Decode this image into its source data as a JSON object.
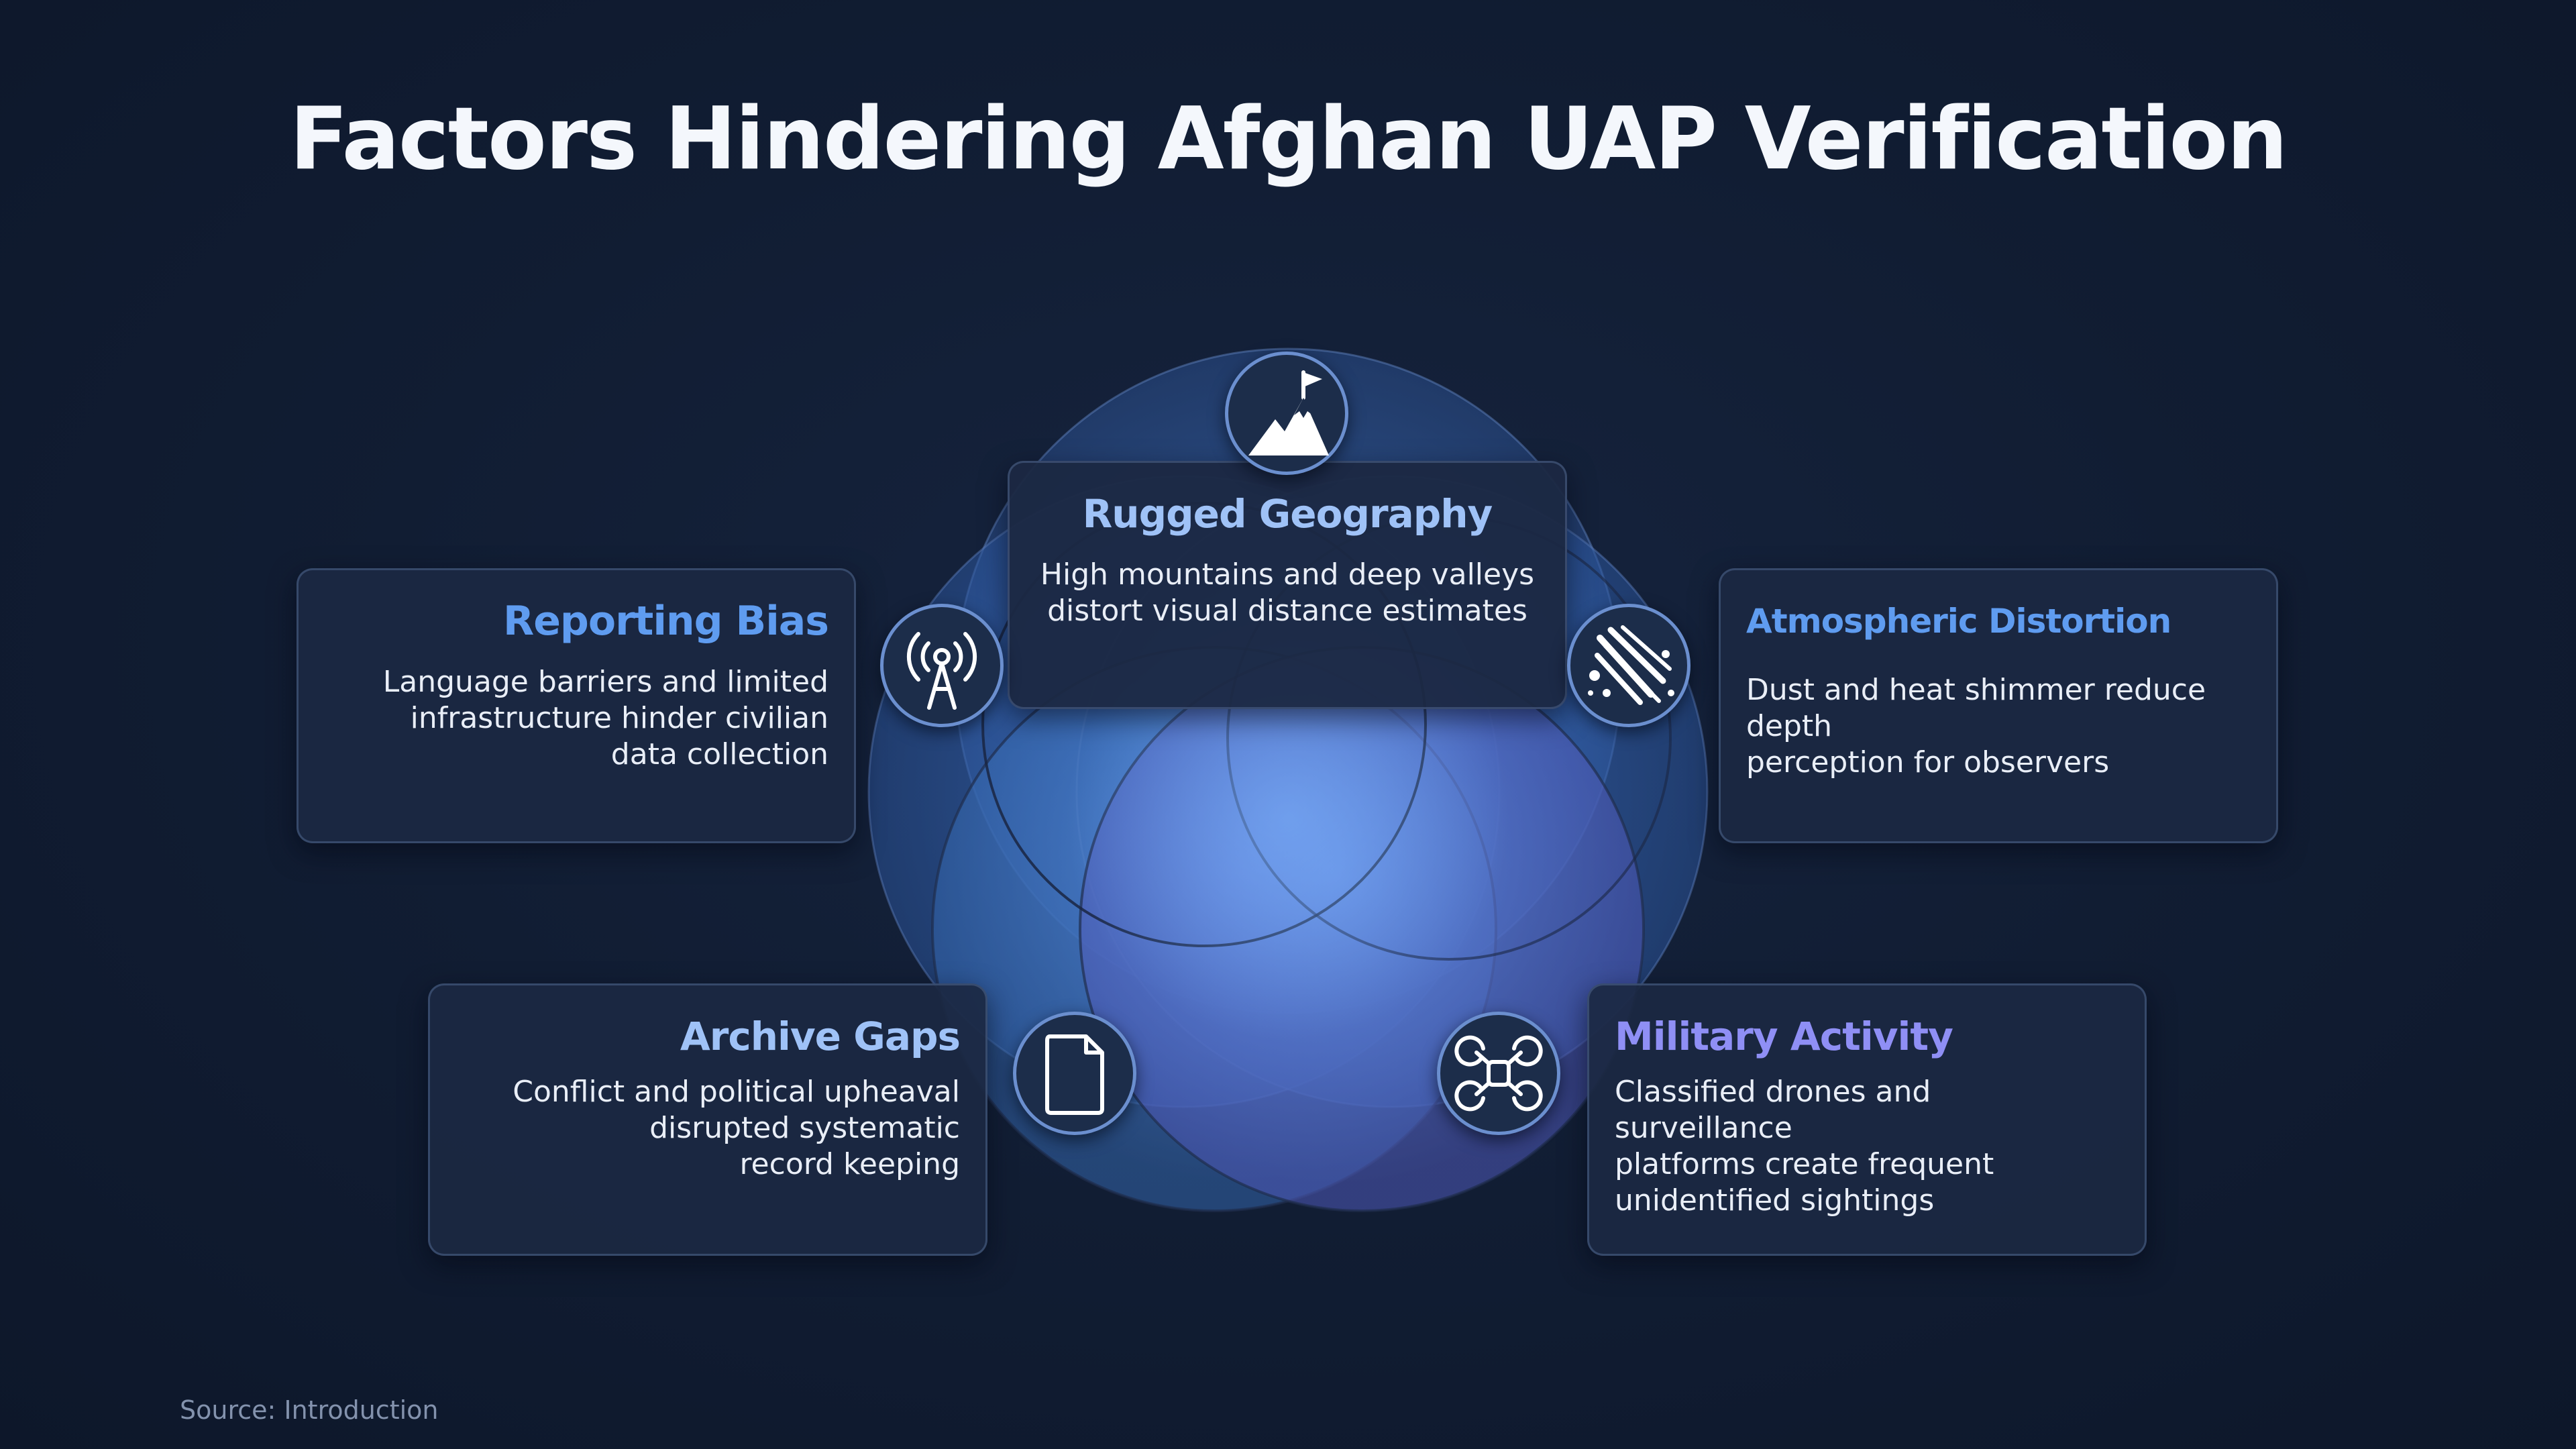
{
  "title": "Factors Hindering Afghan UAP Verification",
  "factors": {
    "geography": {
      "title": "Rugged Geography",
      "line1": "High mountains and deep valleys",
      "line2": "distort visual distance estimates",
      "icon": "mountain-flag-icon"
    },
    "reporting": {
      "title": "Reporting Bias",
      "line1": "Language barriers and limited",
      "line2": "infrastructure hinder civilian",
      "line3": "data collection",
      "icon": "radio-tower-icon"
    },
    "atmospheric": {
      "title": "Atmospheric Distortion",
      "line1": "Dust and heat shimmer reduce depth",
      "line2": "perception for observers",
      "icon": "dust-streaks-icon"
    },
    "archive": {
      "title": "Archive Gaps",
      "line1": "Conflict and political upheaval",
      "line2": "disrupted systematic",
      "line3": "record keeping",
      "icon": "document-icon"
    },
    "military": {
      "title": "Military Activity",
      "line1": "Classified drones and surveillance",
      "line2": "platforms create frequent",
      "line3": "unidentified sightings",
      "icon": "drone-icon"
    }
  },
  "colors": {
    "background": "#111d33",
    "geography_title": "#9fc2f7",
    "reporting_title": "#5f9cf0",
    "atmospheric_title": "#5f9cf0",
    "archive_title": "#9fc2f7",
    "military_title": "#8f8ff5"
  },
  "source": "Source: Introduction"
}
